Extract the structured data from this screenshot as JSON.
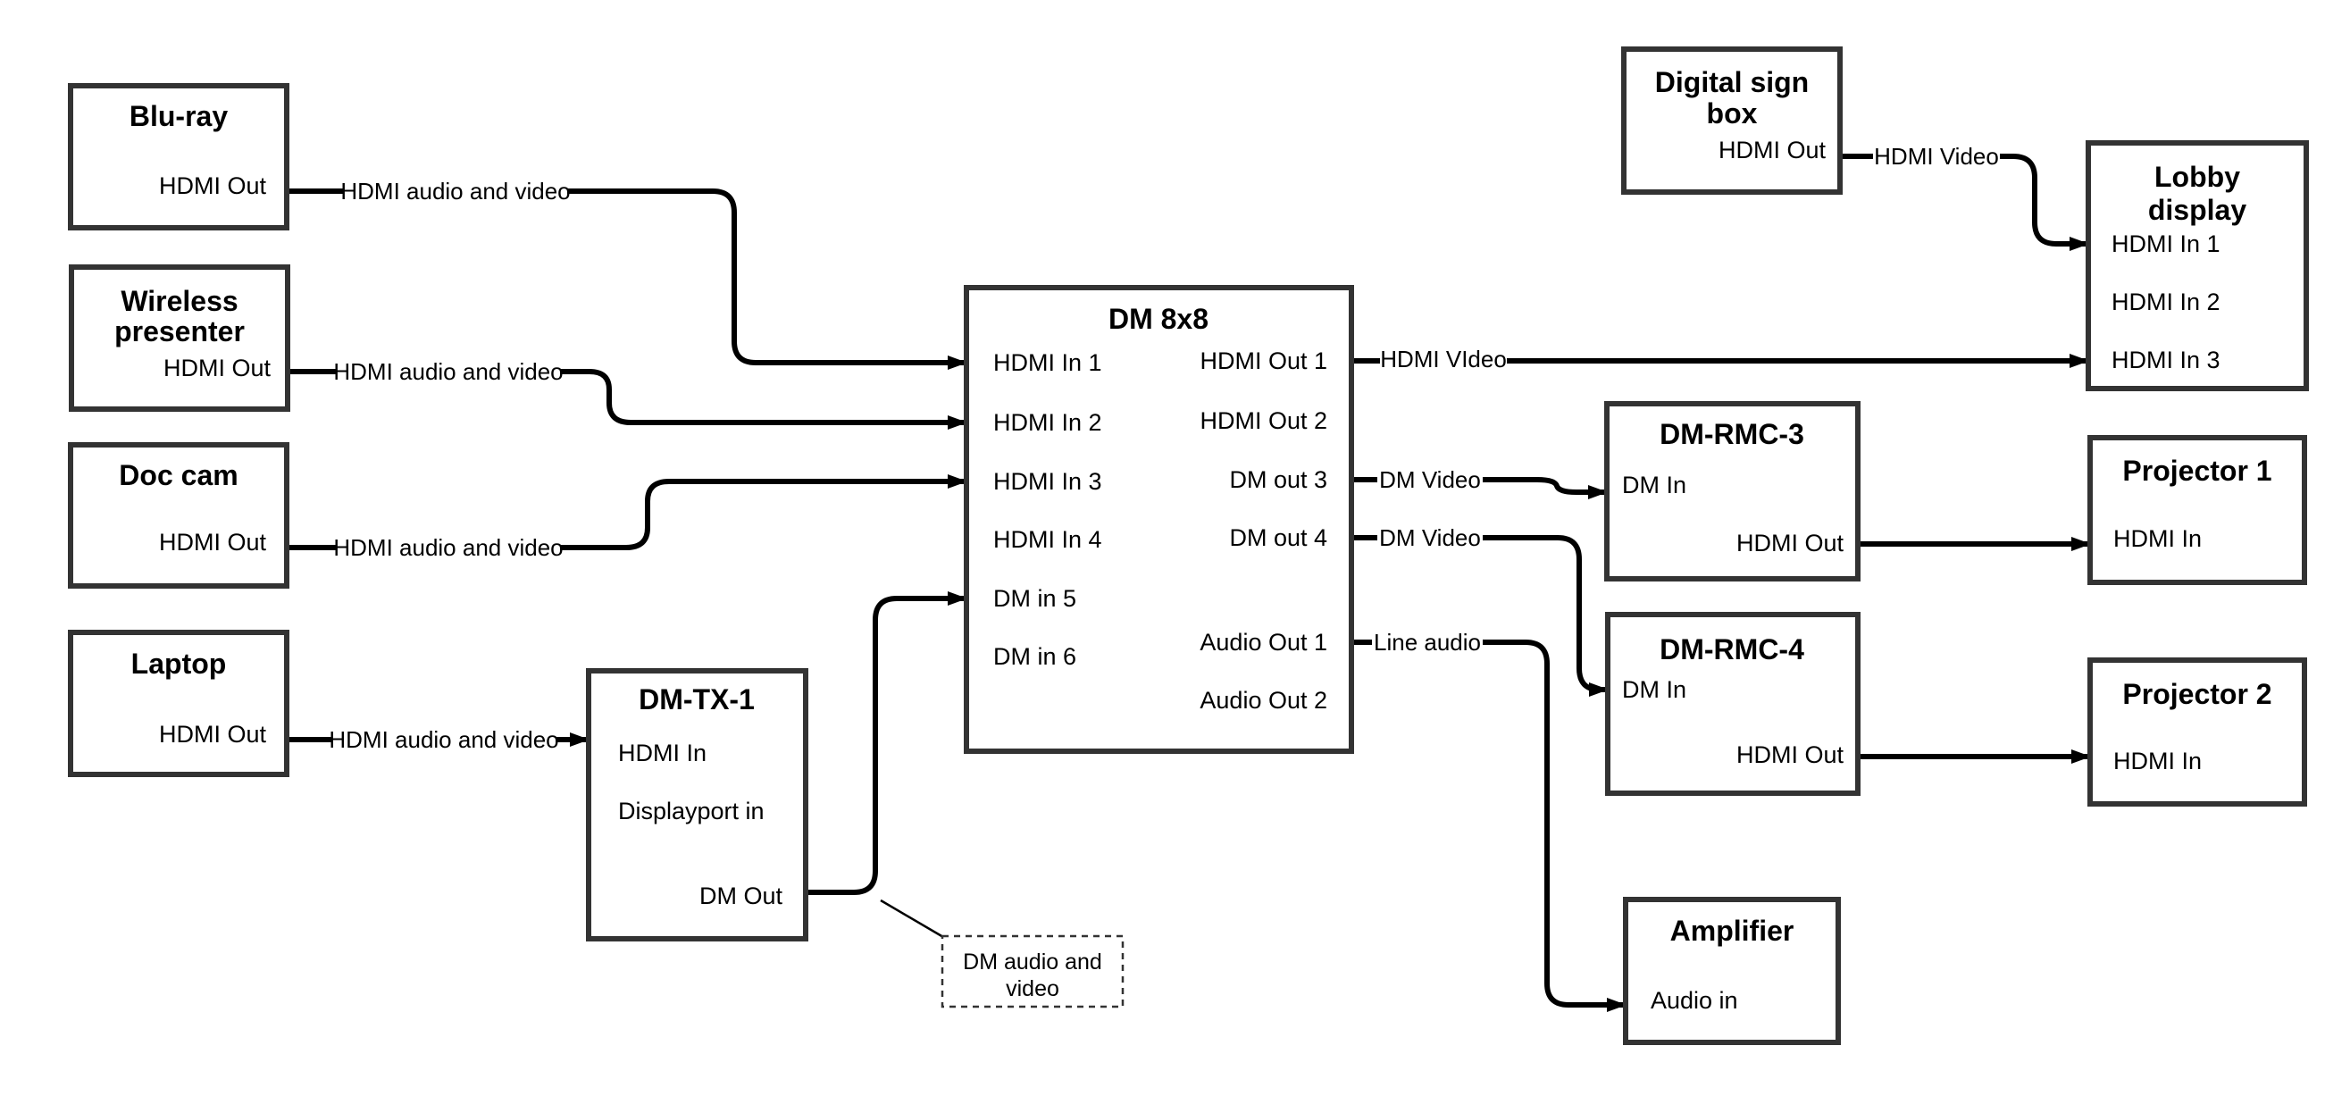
{
  "diagram": {
    "background_color": "#ffffff",
    "wire_color": "#000000",
    "box_border_color": "#333333",
    "nodes": {
      "bluray": {
        "title": "Blu-ray",
        "ports": {
          "out": "HDMI Out"
        }
      },
      "wireless": {
        "title_lines": [
          "Wireless",
          "presenter"
        ],
        "ports": {
          "out": "HDMI Out"
        }
      },
      "doccam": {
        "title": "Doc cam",
        "ports": {
          "out": "HDMI Out"
        }
      },
      "laptop": {
        "title": "Laptop",
        "ports": {
          "out": "HDMI Out"
        }
      },
      "dmtx1": {
        "title": "DM-TX-1",
        "ports": {
          "hdmi_in": "HDMI In",
          "dp_in": "Displayport in",
          "dm_out": "DM Out"
        }
      },
      "dm8x8": {
        "title": "DM 8x8",
        "ports": {
          "in1": "HDMI In 1",
          "in2": "HDMI In 2",
          "in3": "HDMI In 3",
          "in4": "HDMI In 4",
          "in5": "DM in 5",
          "in6": "DM in 6",
          "out1": "HDMI Out 1",
          "out2": "HDMI Out 2",
          "out3": "DM out 3",
          "out4": "DM out 4",
          "audio1": "Audio Out 1",
          "audio2": "Audio Out 2"
        }
      },
      "digitalsign": {
        "title_lines": [
          "Digital sign",
          "box"
        ],
        "ports": {
          "out": "HDMI Out"
        }
      },
      "lobby": {
        "title_lines": [
          "Lobby",
          "display"
        ],
        "ports": {
          "in1": "HDMI In 1",
          "in2": "HDMI In 2",
          "in3": "HDMI In 3"
        }
      },
      "dmrmc3": {
        "title": "DM-RMC-3",
        "ports": {
          "dm_in": "DM In",
          "hdmi_out": "HDMI Out"
        }
      },
      "proj1": {
        "title": "Projector 1",
        "ports": {
          "in": "HDMI In"
        }
      },
      "dmrmc4": {
        "title": "DM-RMC-4",
        "ports": {
          "dm_in": "DM In",
          "hdmi_out": "HDMI Out"
        }
      },
      "proj2": {
        "title": "Projector 2",
        "ports": {
          "in": "HDMI In"
        }
      },
      "amp": {
        "title": "Amplifier",
        "ports": {
          "audio_in": "Audio in"
        }
      }
    },
    "edges": {
      "bluray_dm8x8": {
        "label": "HDMI audio and video"
      },
      "wireless_dm8x8": {
        "label": "HDMI audio and video"
      },
      "doccam_dm8x8": {
        "label": "HDMI audio and video"
      },
      "laptop_dmtx1": {
        "label": "HDMI audio and video"
      },
      "dm8x8out1_lobby": {
        "label": "HDMI VIdeo"
      },
      "digitalsign_lobby": {
        "label": "HDMI Video"
      },
      "dm8x8out3_dmrmc3": {
        "label": "DM Video"
      },
      "dm8x8out4_dmrmc4": {
        "label": "DM Video"
      },
      "dm8x8audio1_amp": {
        "label": "Line audio"
      }
    },
    "note": {
      "lines": [
        "DM audio and",
        "video"
      ]
    }
  }
}
